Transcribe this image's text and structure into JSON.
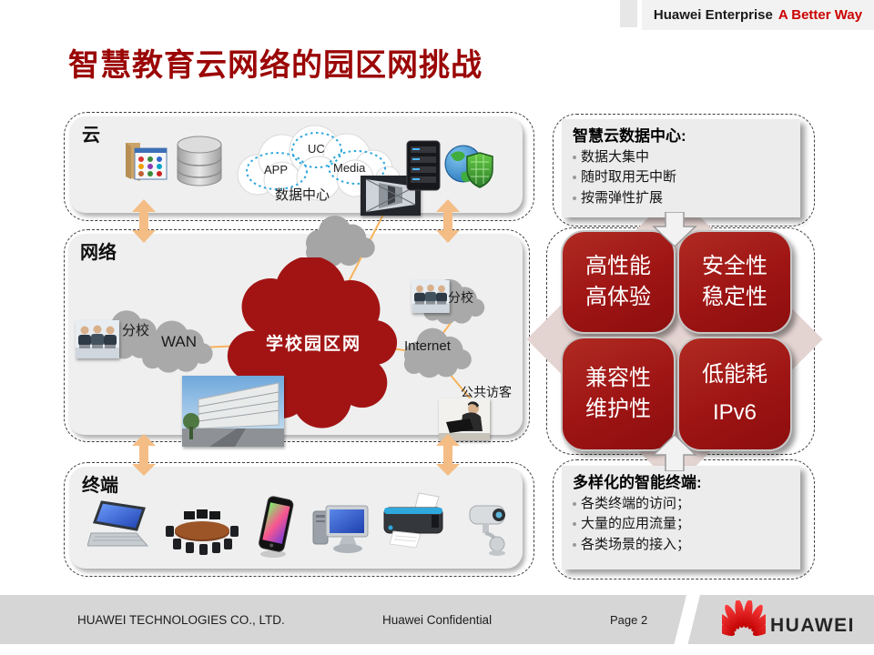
{
  "header": {
    "brand": "Huawei Enterprise",
    "tagline": "A Better Way"
  },
  "title": "智慧教育云网络的园区网挑战",
  "sections": {
    "cloud": {
      "label": "云",
      "app_tag": "APP",
      "uc_tag": "UC",
      "media_tag": "Media",
      "datacenter_label": "数据中心"
    },
    "network": {
      "label": "网络",
      "branch_left": "分校",
      "wan": "WAN",
      "campus": "学校园区网",
      "branch_right": "分校",
      "internet": "Internet",
      "public_visitor": "公共访客"
    },
    "terminal": {
      "label": "终端"
    }
  },
  "panels": {
    "cloud_dc": {
      "title": "智慧云数据中心:",
      "bullets": [
        "数据大集中",
        "随时取用无中断",
        "按需弹性扩展"
      ]
    },
    "challenges": [
      {
        "line1": "高性能",
        "line2": "高体验"
      },
      {
        "line1": "安全性",
        "line2": "稳定性"
      },
      {
        "line1": "兼容性",
        "line2": "维护性"
      },
      {
        "line1": "低能耗",
        "line2": "IPv6"
      }
    ],
    "terminals": {
      "title": "多样化的智能终端:",
      "bullets": [
        "各类终端的访问；",
        "大量的应用流量；",
        "各类场景的接入；"
      ]
    }
  },
  "footer": {
    "company": "HUAWEI TECHNOLOGIES CO., LTD.",
    "confidential": "Huawei Confidential",
    "page": "Page 2",
    "logo_text": "HUAWEI"
  },
  "icons": [
    "folder-apps-icon",
    "database-icon",
    "app-cloud",
    "datacenter-image",
    "server-icon",
    "globe-shield-icon",
    "branch-photo",
    "building-photo",
    "visitor-photo",
    "laptop-icon",
    "telepresence-icon",
    "smartphone-icon",
    "desktop-icon",
    "printer-icon",
    "cctv-camera-icon",
    "huawei-logo"
  ],
  "colors": {
    "title_red": "#9B0606",
    "box_red": "#9E1414",
    "tagline_red": "#CC0000",
    "arrow_orange": "#F4BD85",
    "line_orange": "#F7B35C",
    "panel_gray": "#EFEFEF",
    "cloud_gray": "#A9A9A9",
    "footer_gray": "#D6D6D6",
    "dotted_blue": "#2FA8DC",
    "diamond_pink": "#E4D4D1"
  }
}
